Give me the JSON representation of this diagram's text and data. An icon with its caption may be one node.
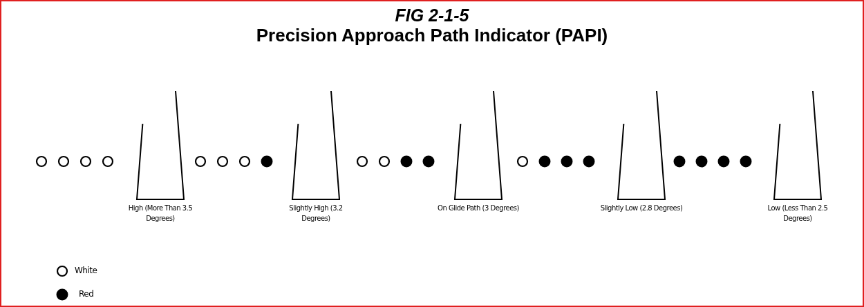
{
  "diagram": {
    "title": "Precision Approach Path Indicator (PAPI)",
    "nodes": [
      {
        "text": [
          "High (More Than 3.5 Degrees)"
        ]
      },
      {
        "text": [
          "Slightly High (3.2 Degrees)"
        ]
      },
      {
        "text": [
          "On Glide Path (3 Degrees)"
        ]
      },
      {
        "text": [
          "Slightly Low (2.8 Degrees)"
        ]
      },
      {
        "text": [
          "Low (Less Than 2.5 Degrees)"
        ]
      }
    ],
    "labels": [
      "FIG 2-1-5"
    ],
    "legend": [
      {
        "text": "White"
      },
      {
        "text": "Red"
      }
    ]
  }
}
